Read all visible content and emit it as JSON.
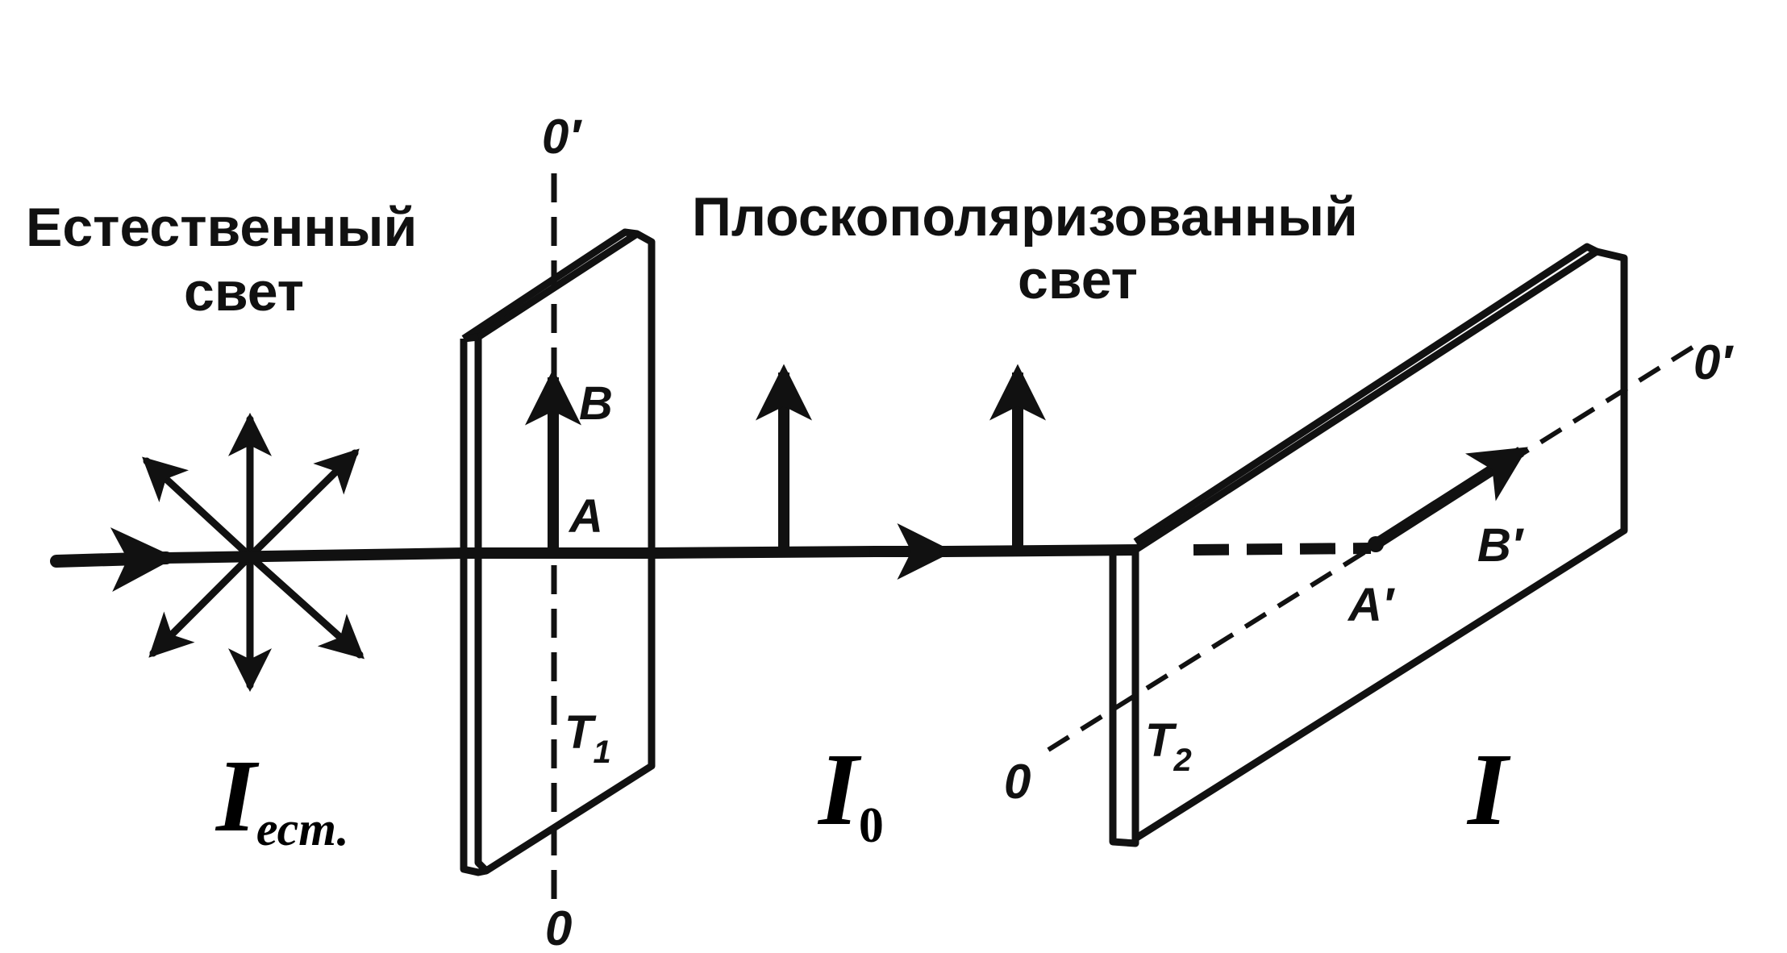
{
  "labels": {
    "natural_light_line1": "Естественный",
    "natural_light_line2": "свет",
    "polarized_light_line1": "Плоскополяризованный",
    "polarized_light_line2": "свет"
  },
  "axis_labels": {
    "o_prime_top": "0′",
    "o_bottom": "0",
    "o_prime_right": "0′",
    "o_left": "0"
  },
  "point_labels": {
    "a": "A",
    "b": "B",
    "t1_letter": "T",
    "t1_sub": "1",
    "a_prime": "A′",
    "b_prime": "B′",
    "t2_letter": "T",
    "t2_sub": "2"
  },
  "intensities": {
    "natural_letter": "I",
    "natural_sub": "ест.",
    "after_first_letter": "I",
    "after_first_sub": "0",
    "after_second_letter": "I"
  },
  "colors": {
    "ink": "#111111",
    "background": "#ffffff"
  }
}
